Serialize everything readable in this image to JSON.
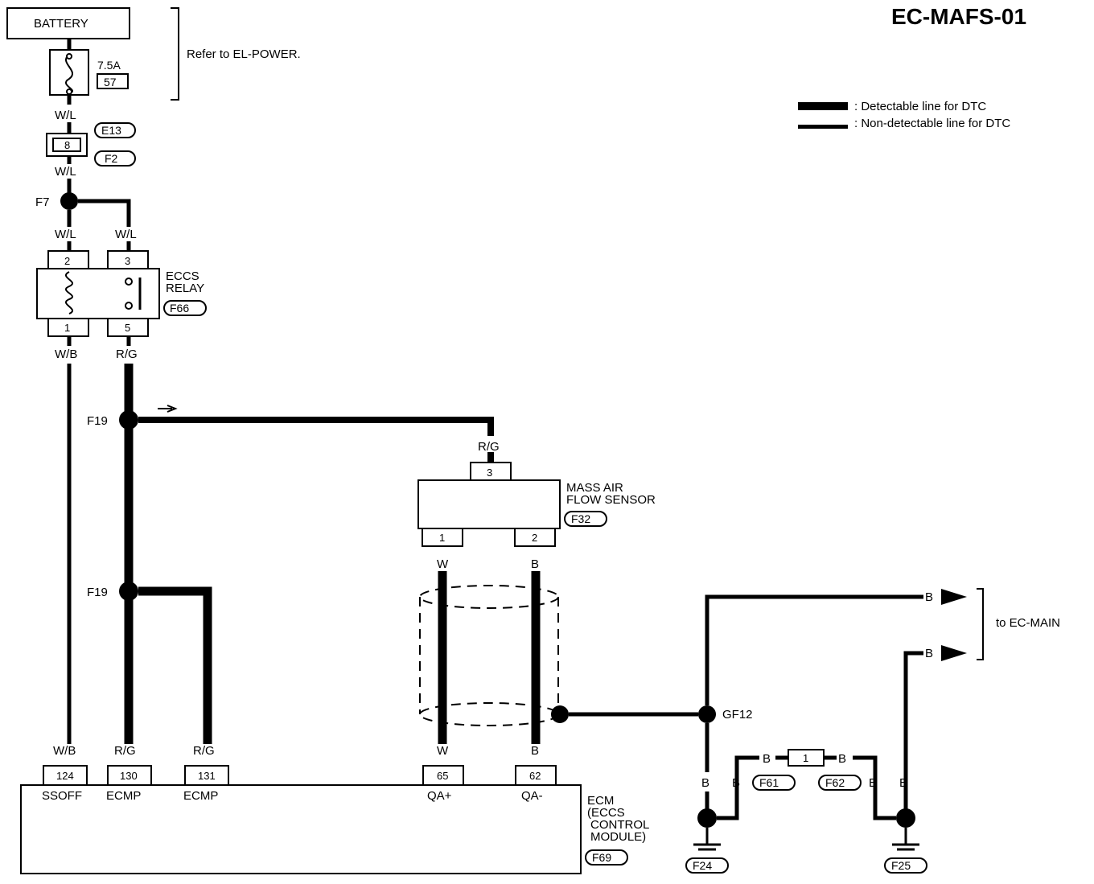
{
  "title": "EC-MAFS-01",
  "battery": "BATTERY",
  "fuse": {
    "rating": "7.5A",
    "number": "57"
  },
  "refer_note": "Refer to EL-POWER.",
  "legend": {
    "detectable": ": Detectable line for DTC",
    "non_detectable": ": Non-detectable line for DTC"
  },
  "connectors": {
    "e13": "E13",
    "f2": "F2",
    "f66": "F66",
    "f32": "F32",
    "f69": "F69",
    "f61": "F61",
    "f62": "F62",
    "f24": "F24",
    "f25": "F25"
  },
  "joints": {
    "f7": "F7",
    "f19a": "F19",
    "f19b": "F19",
    "gf12": "GF12"
  },
  "pins": {
    "e13_pin": "8",
    "relay_p2": "2",
    "relay_p3": "3",
    "relay_p1": "1",
    "relay_p5": "5",
    "mafs_p3": "3",
    "mafs_p1": "1",
    "mafs_p2": "2",
    "ecm_124": "124",
    "ecm_130": "130",
    "ecm_131": "131",
    "ecm_65": "65",
    "ecm_62": "62",
    "joint_1": "1"
  },
  "wires": {
    "wl_1": "W/L",
    "wl_2": "W/L",
    "wl_3": "W/L",
    "wl_4": "W/L",
    "wb_1": "W/B",
    "rg_1": "R/G",
    "rg_2": "R/G",
    "w_1": "W",
    "b_1": "B",
    "wb_2": "W/B",
    "rg_3": "R/G",
    "rg_4": "R/G",
    "w_2": "W",
    "b_2": "B",
    "b_ecmain1": "B",
    "b_ecmain2": "B",
    "b_f61l": "B",
    "b_f62r": "B",
    "b_g1": "B",
    "b_g2": "B",
    "b_g3": "B",
    "b_g4": "B"
  },
  "relay": {
    "line1": "ECCS",
    "line2": "RELAY"
  },
  "mafs": {
    "line1": "MASS AIR",
    "line2": "FLOW SENSOR"
  },
  "ecm": {
    "line1": "ECM",
    "line2": "(ECCS",
    "line3": "CONTROL",
    "line4": "MODULE)"
  },
  "ecm_terminals": {
    "ssoff": "SSOFF",
    "ecmp1": "ECMP",
    "ecmp2": "ECMP",
    "qa_plus": "QA+",
    "qa_minus": "QA-"
  },
  "to_ec_main": "to EC-MAIN"
}
